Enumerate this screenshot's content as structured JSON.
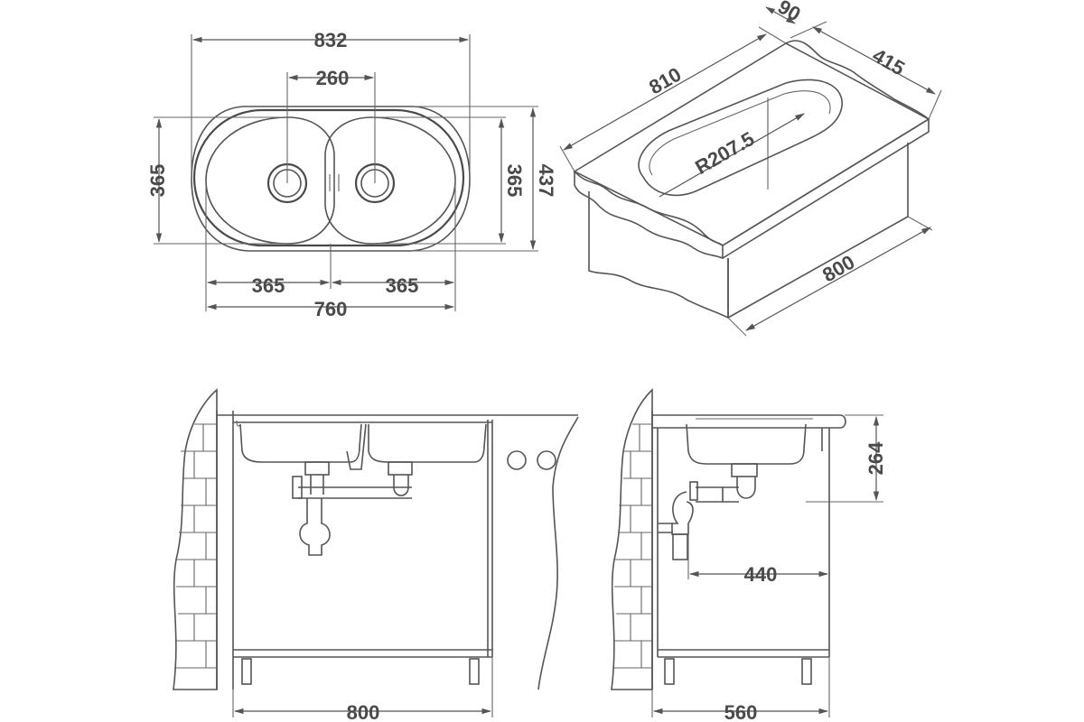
{
  "top_view": {
    "overall_length": "832",
    "drain_spacing": "260",
    "bowl_diameter_left": "365",
    "bowl_diameter_right": "365",
    "overall_width": "437",
    "bowl_width_left": "365",
    "bowl_width_right": "365",
    "inner_length": "760"
  },
  "iso_view": {
    "depth_top": "90",
    "width": "415",
    "length": "810",
    "radius": "R207.5",
    "cabinet": "800"
  },
  "front_view": {
    "cabinet_width": "800"
  },
  "side_view": {
    "height": "264",
    "drain_offset": "440",
    "cabinet_depth": "560"
  }
}
